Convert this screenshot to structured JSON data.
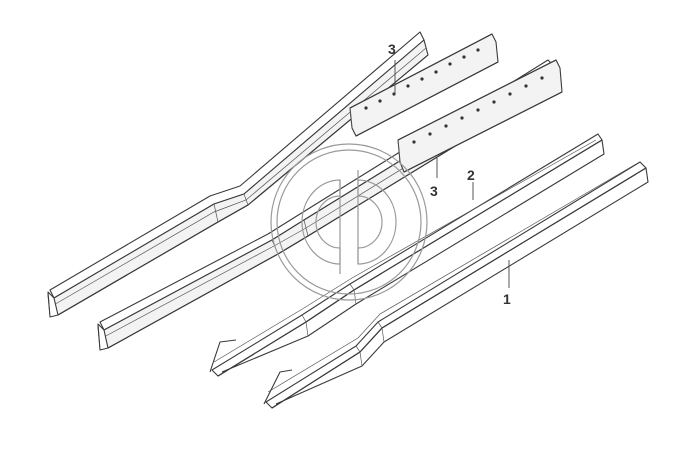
{
  "callouts": [
    {
      "id": "callout-3-top",
      "text": "3"
    },
    {
      "id": "callout-3-mid",
      "text": "3"
    },
    {
      "id": "callout-2",
      "text": "2"
    },
    {
      "id": "callout-1",
      "text": "1"
    }
  ],
  "colors": {
    "line": "#3a3a3a",
    "watermark": "#9a9a9a",
    "background": "#ffffff"
  },
  "icons": {
    "watermark": "circular-logo-watermark"
  }
}
